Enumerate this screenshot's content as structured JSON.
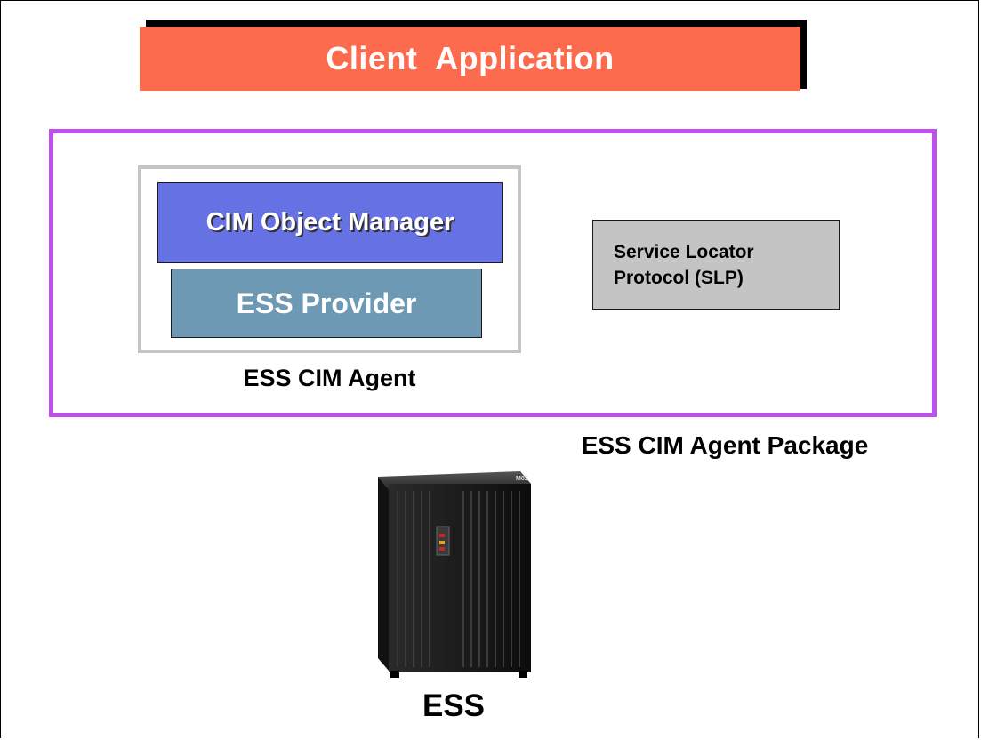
{
  "client": {
    "label": "Client  Application"
  },
  "agent": {
    "cimom_label": "CIM Object Manager",
    "provider_label": "ESS Provider",
    "label": "ESS CIM Agent"
  },
  "slp": {
    "line1": "Service Locator",
    "line2": "Protocol (SLP)"
  },
  "package": {
    "label": "ESS CIM Agent Package"
  },
  "ess": {
    "label": "ESS",
    "badge": "M02"
  },
  "colors": {
    "client_bg": "#fd6b4e",
    "package_border": "#c04ff0",
    "cimom_bg": "#6671e4",
    "provider_bg": "#6d99b4",
    "slp_bg": "#c4c4c4",
    "agent_border": "#c4c4c4"
  }
}
